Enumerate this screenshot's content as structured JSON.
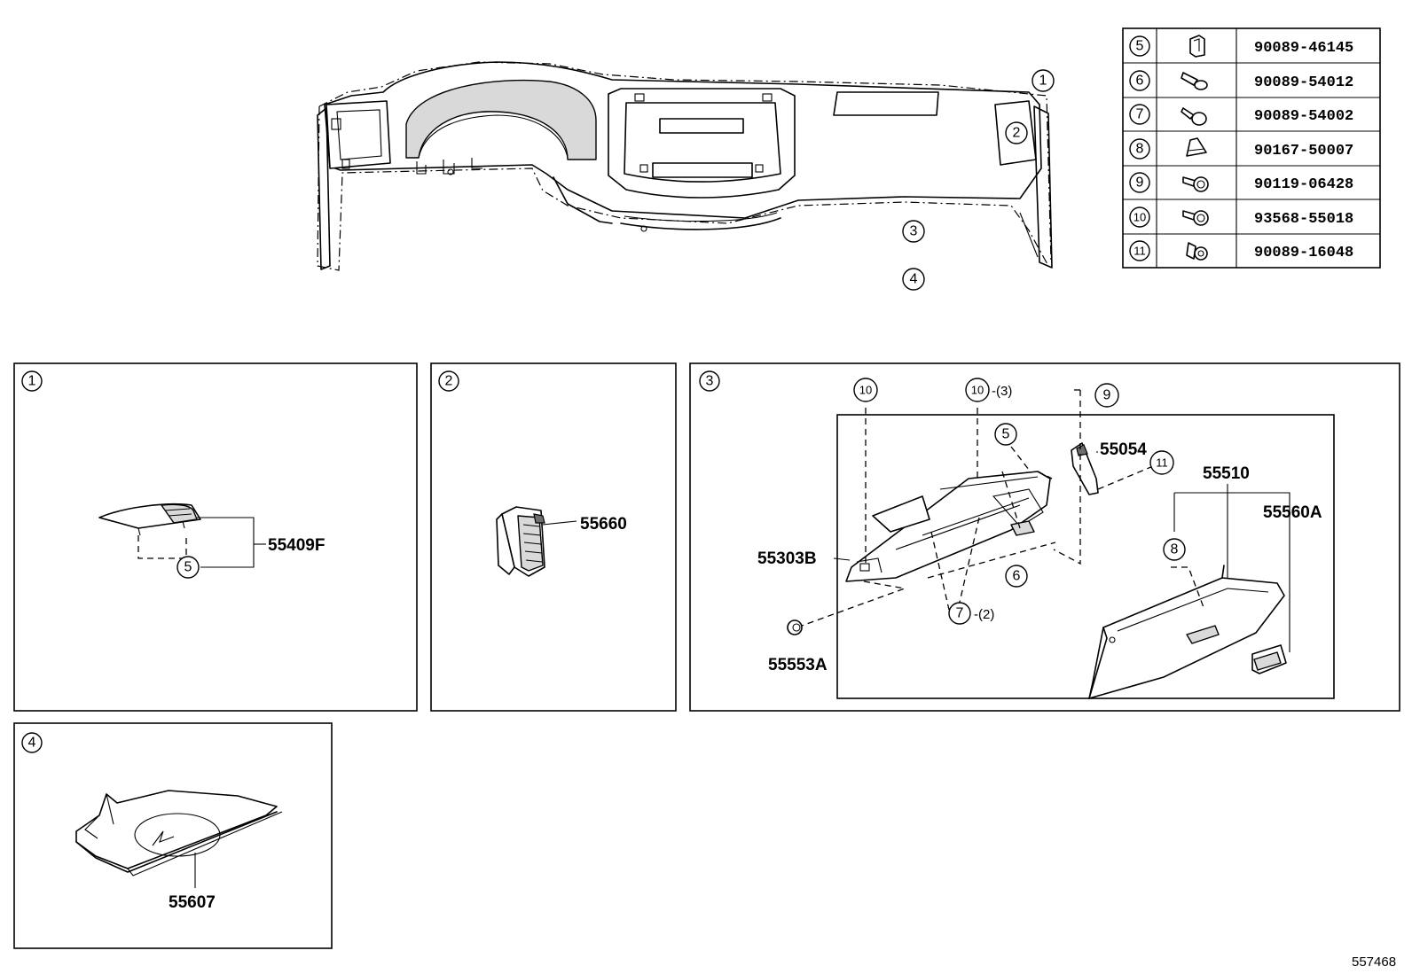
{
  "diagram": {
    "id": "557468"
  },
  "callouts": {
    "main_1": "1",
    "main_2": "2",
    "main_3": "3",
    "main_4": "4",
    "box1": "1",
    "box2": "2",
    "box3": "3",
    "box4": "4",
    "b1_fastener": "5",
    "b3_fastener_10a": "10",
    "b3_fastener_10b": "10",
    "b3_fastener_9": "9",
    "b3_fastener_5": "5",
    "b3_fastener_11": "11",
    "b3_fastener_8": "8",
    "b3_fastener_6": "6",
    "b3_fastener_7": "7"
  },
  "quantities": {
    "q10": "-(3)",
    "q7": "-(2)"
  },
  "parts": {
    "p55409F": "55409F",
    "p55660": "55660",
    "p55054": "55054",
    "p55510": "55510",
    "p55560A": "55560A",
    "p55303B": "55303B",
    "p55553A": "55553A",
    "p55607": "55607"
  },
  "fastener_table": [
    {
      "ref": "5",
      "icon": "clip-icon",
      "part": "90089-46145"
    },
    {
      "ref": "6",
      "icon": "pin-icon",
      "part": "90089-54012"
    },
    {
      "ref": "7",
      "icon": "pin-icon",
      "part": "90089-54002"
    },
    {
      "ref": "8",
      "icon": "cone-clip-icon",
      "part": "90167-50007"
    },
    {
      "ref": "9",
      "icon": "screw-washer-icon",
      "part": "90119-06428"
    },
    {
      "ref": "10",
      "icon": "screw-washer-icon",
      "part": "93568-55018"
    },
    {
      "ref": "11",
      "icon": "screw-washer-icon",
      "part": "90089-16048"
    }
  ]
}
